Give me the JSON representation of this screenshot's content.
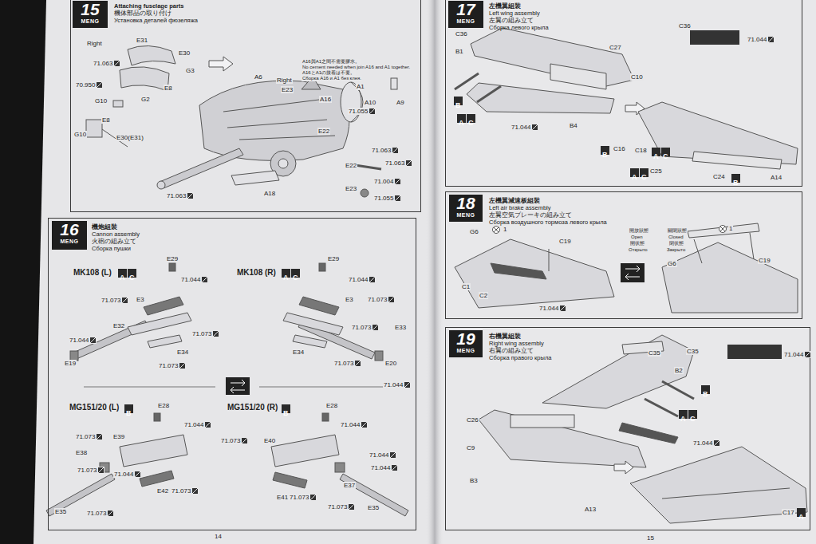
{
  "diagram": {
    "nodes": [
      {
        "text": [
          "Attaching fuselage parts",
          "機体部品の取り付け",
          "Установка деталей фюзеляжа"
        ]
      },
      {
        "text": [
          "15",
          "MENG"
        ],
        "in": 0
      },
      {
        "text": [
          "機炮組裝",
          "Cannon assembly",
          "火砲の組み立て",
          "Сборка пушки"
        ]
      },
      {
        "text": [
          "16",
          "MENG"
        ],
        "in": 2
      },
      {
        "text": [
          "A"
        ],
        "in": 2
      },
      {
        "text": [
          "C"
        ],
        "in": 2
      },
      {
        "text": [
          "A"
        ],
        "in": 2
      },
      {
        "text": [
          "C"
        ],
        "in": 2
      },
      {
        "text": [
          "B"
        ],
        "in": 2
      },
      {
        "text": [
          "B"
        ],
        "in": 2
      },
      {
        "text": [
          "左機翼組裝",
          "Left wing assembly",
          "左翼の組み立て",
          "Сборка левого крыла"
        ]
      },
      {
        "text": [
          "17",
          "MENG"
        ],
        "in": 10
      },
      {
        "text": [
          "B"
        ],
        "in": 10
      },
      {
        "text": [
          "A"
        ],
        "in": 10
      },
      {
        "text": [
          "C"
        ],
        "in": 10
      },
      {
        "text": [
          "B"
        ],
        "in": 10
      },
      {
        "text": [
          "A"
        ],
        "in": 10
      },
      {
        "text": [
          "C"
        ],
        "in": 10
      },
      {
        "text": [
          "A"
        ],
        "in": 10
      },
      {
        "text": [
          "C"
        ],
        "in": 10
      },
      {
        "text": [
          "B"
        ],
        "in": 10
      },
      {
        "text": [
          "左機翼減速板組裝",
          "Left air brake assembly",
          "左翼空気ブレーキの組み立て",
          "Сборка воздушного тормоза левого крыла"
        ]
      },
      {
        "text": [
          "18",
          "MENG"
        ],
        "in": 21
      },
      {
        "text": [
          "右機翼組裝",
          "Right wing assembly",
          "右翼の組み立て",
          "Сборка правого крыла"
        ]
      },
      {
        "text": [
          "19",
          "MENG"
        ],
        "in": 23
      },
      {
        "text": [
          "B"
        ],
        "in": 23
      },
      {
        "text": [
          "A"
        ],
        "in": 23
      },
      {
        "text": [
          "C"
        ],
        "in": 23
      },
      {
        "text": [
          "A"
        ],
        "in": 23
      }
    ],
    "labels": [
      "Right",
      "E31",
      "E30",
      "G3",
      "E8",
      "71.063",
      "G2",
      "70.950",
      "G10",
      "E8",
      "G10",
      "E30(E31)",
      "Right",
      "A16與A1之間不需要膠水。",
      "No cement needed when join A16 and A1 together.",
      "A16とA1の接着は不要。",
      "Сборка A16 и A1 без клея.",
      "A6",
      "E23",
      "A16",
      "A1",
      "A10",
      "A9",
      "71.055",
      "E22",
      "71.063",
      "E22",
      "71.063",
      "71.004",
      "E23",
      "71.055",
      "A18",
      "71.063",
      "MK108 (L)",
      "E29",
      "71.044",
      "71.073",
      "E3",
      "E32",
      "71.044",
      "71.073",
      "E34",
      "E19",
      "71.073",
      "MK108 (R)",
      "E29",
      "71.044",
      "E3",
      "71.073",
      "71.073",
      "E33",
      "E34",
      "71.073",
      "E20",
      "71.044",
      "MG151/20 (L)",
      "E28",
      "71.044",
      "71.073",
      "E39",
      "E38",
      "71.073",
      "71.044",
      "E42",
      "71.073",
      "E35",
      "71.073",
      "MG151/20 (R)",
      "E28",
      "71.044",
      "71.073",
      "E40",
      "71.044",
      "71.044",
      "E41",
      "71.073",
      "E37",
      "71.073",
      "E35",
      "14",
      "C36",
      "B1",
      "C27",
      "C10",
      "71.044",
      "B4",
      "C36",
      "71.044",
      "C16",
      "C18",
      "C25",
      "C24",
      "A14",
      "G6",
      "1",
      "C19",
      "C1",
      "C2",
      "71.044",
      "開放狀態",
      "Open",
      "開状態",
      "Открыто",
      "關閉狀態",
      "Closed",
      "閉状態",
      "Закрыто",
      "G6",
      "1",
      "C19",
      "C35",
      "C35",
      "71.044",
      "B2",
      "71.044",
      "C26",
      "C9",
      "B3",
      "A13",
      "C17",
      "15"
    ]
  }
}
